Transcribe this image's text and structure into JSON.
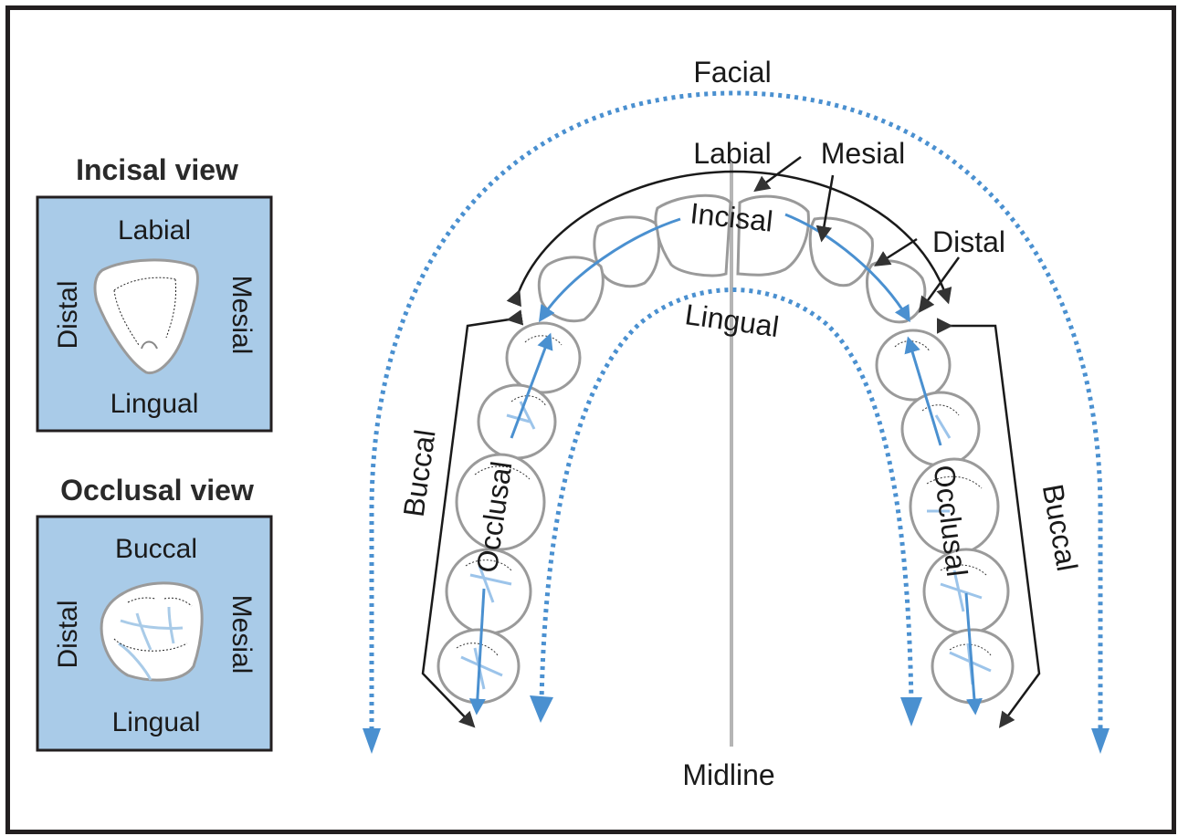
{
  "colors": {
    "panel_fill": "#a9cbe8",
    "accent_blue": "#4a90d0",
    "arrow_black": "#1a1a1a",
    "tooth_outline": "#9a9a9a",
    "frame": "#231f20"
  },
  "incisal_view": {
    "title": "Incisal view",
    "top": "Labial",
    "bottom": "Lingual",
    "left": "Distal",
    "right": "Mesial"
  },
  "occlusal_view": {
    "title": "Occlusal view",
    "top": "Buccal",
    "bottom": "Lingual",
    "left": "Distal",
    "right": "Mesial"
  },
  "arch": {
    "facial": "Facial",
    "labial": "Labial",
    "mesial": "Mesial",
    "distal": "Distal",
    "incisal": "Incisal",
    "lingual": "Lingual",
    "buccal_left": "Buccal",
    "buccal_right": "Buccal",
    "occlusal_left": "Occlusal",
    "occlusal_right": "Occlusal",
    "midline": "Midline"
  }
}
